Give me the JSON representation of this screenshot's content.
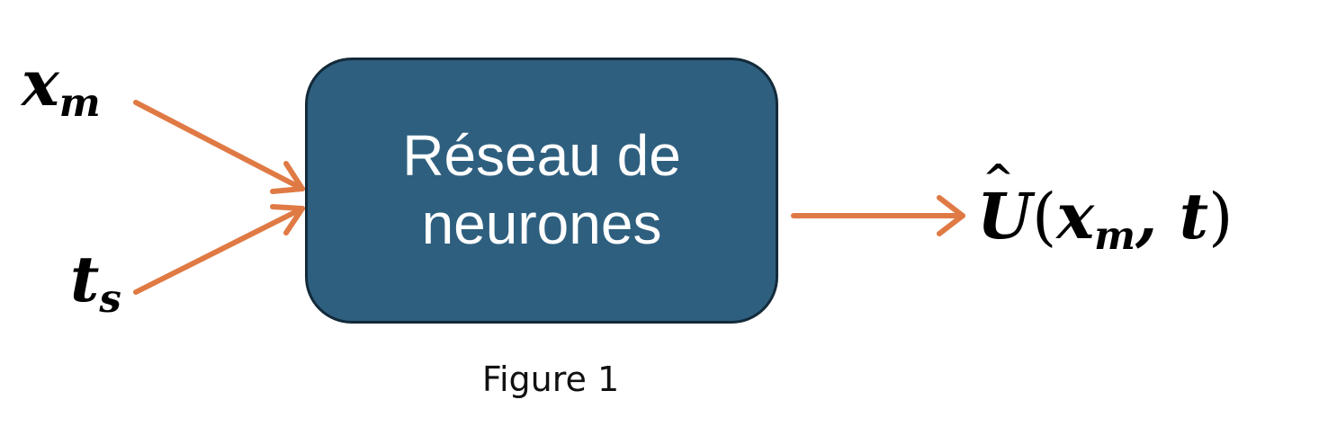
{
  "inputs": [
    {
      "base": "x",
      "sub": "m"
    },
    {
      "base": "t",
      "sub": "s"
    }
  ],
  "block": {
    "label": "Réseau de neurones"
  },
  "output": {
    "hat": "^",
    "base": "U",
    "open": "(",
    "arg1_base": "x",
    "arg1_sub": "m",
    "sep": ", ",
    "arg2": "t",
    "close": ")"
  },
  "caption": "Figure 1",
  "colors": {
    "arrow": "#e07a45",
    "box_fill": "#2e5f7f",
    "box_border": "#132a3a",
    "box_text": "#ffffff"
  }
}
